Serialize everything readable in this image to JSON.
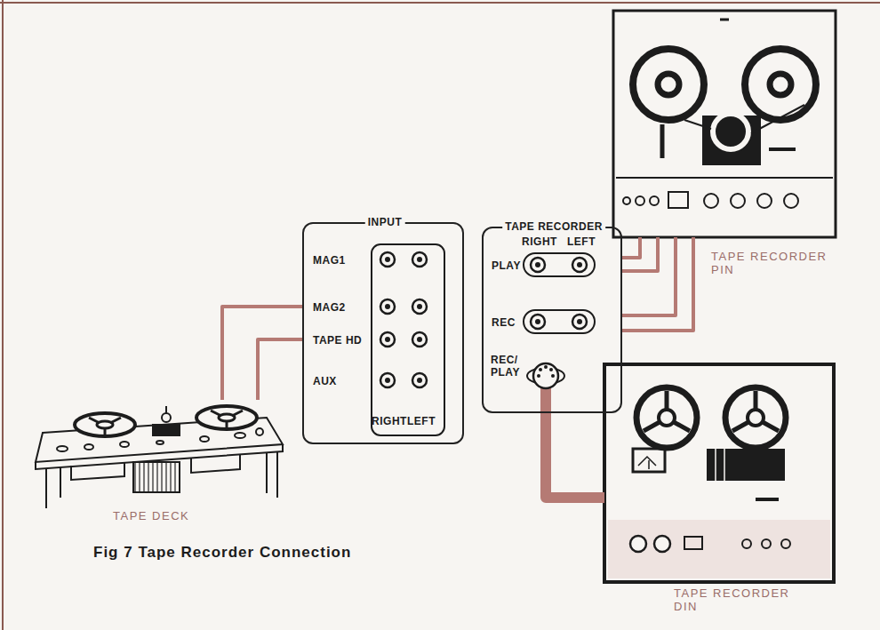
{
  "diagram": {
    "caption": "Fig 7 Tape Recorder Connection",
    "nodes": [
      {
        "text": [
          "INPUT",
          "MAG1",
          "MAG2",
          "TAPE HD",
          "AUX",
          "RIGHT",
          "LEFT"
        ]
      },
      {
        "text": [
          "TAPE RECORDER",
          "RIGHT",
          "LEFT",
          "PLAY",
          "REC",
          "REC/ PLAY"
        ]
      },
      {
        "text": [
          "TAPE RECORDER PIN"
        ]
      },
      {
        "text": [
          "TAPE RECORDER DIN"
        ]
      },
      {
        "text": [
          "TAPE DECK"
        ]
      }
    ],
    "edges": [
      {
        "from": 4,
        "to": 0,
        "arrow": "none"
      },
      {
        "from": 4,
        "to": 0,
        "arrow": "none"
      },
      {
        "from": 2,
        "to": 1,
        "arrow": "none"
      },
      {
        "from": 2,
        "to": 1,
        "arrow": "none"
      },
      {
        "from": 2,
        "to": 1,
        "arrow": "none"
      },
      {
        "from": 2,
        "to": 1,
        "arrow": "none"
      },
      {
        "from": 3,
        "to": 1,
        "arrow": "none"
      }
    ]
  }
}
